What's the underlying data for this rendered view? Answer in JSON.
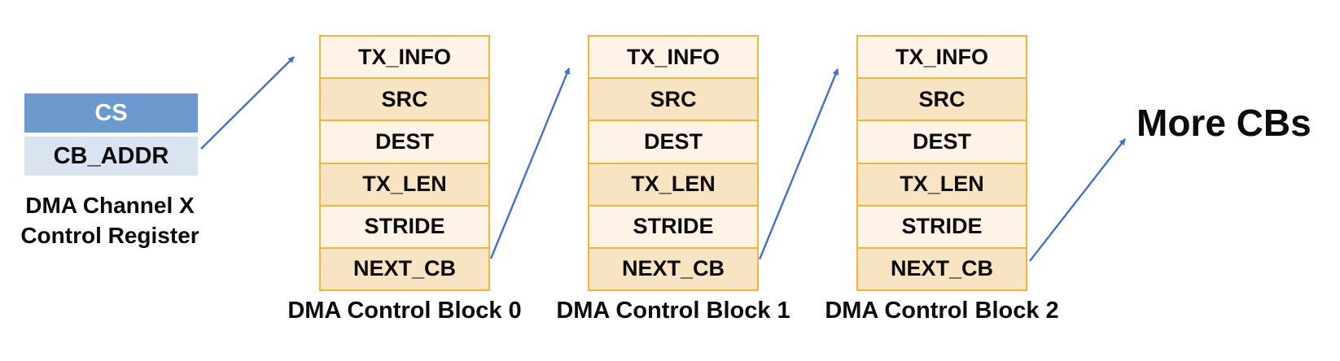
{
  "register": {
    "rows": [
      {
        "label": "CS"
      },
      {
        "label": "CB_ADDR"
      }
    ],
    "caption_line1": "DMA Channel X",
    "caption_line2": "Control Register"
  },
  "blocks": [
    {
      "caption": "DMA Control Block 0",
      "rows": [
        "TX_INFO",
        "SRC",
        "DEST",
        "TX_LEN",
        "STRIDE",
        "NEXT_CB"
      ]
    },
    {
      "caption": "DMA Control Block 1",
      "rows": [
        "TX_INFO",
        "SRC",
        "DEST",
        "TX_LEN",
        "STRIDE",
        "NEXT_CB"
      ]
    },
    {
      "caption": "DMA Control Block 2",
      "rows": [
        "TX_INFO",
        "SRC",
        "DEST",
        "TX_LEN",
        "STRIDE",
        "NEXT_CB"
      ]
    }
  ],
  "more_label": "More CBs",
  "colors": {
    "cs_fill": "#6d9ace",
    "cb_addr_fill": "#dae3f0",
    "block_border": "#efb53e",
    "row_light": "#fdf3e6",
    "row_dark": "#f8e3c3",
    "arrow": "#4472c4",
    "text": "#0c0c0c"
  }
}
